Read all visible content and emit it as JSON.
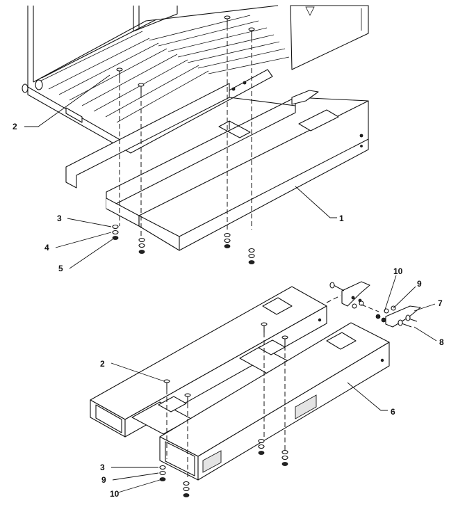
{
  "callouts": {
    "top": {
      "frame_assembly": "1",
      "carriage_bolt": "2",
      "washer": "3",
      "lock_washer": "4",
      "nut": "5"
    },
    "bottom": {
      "carriage_bolt": "2",
      "washer": "3",
      "lock_washer": "9",
      "nut": "10",
      "base_assembly": "6",
      "latch": "7",
      "bolt": "8"
    }
  }
}
